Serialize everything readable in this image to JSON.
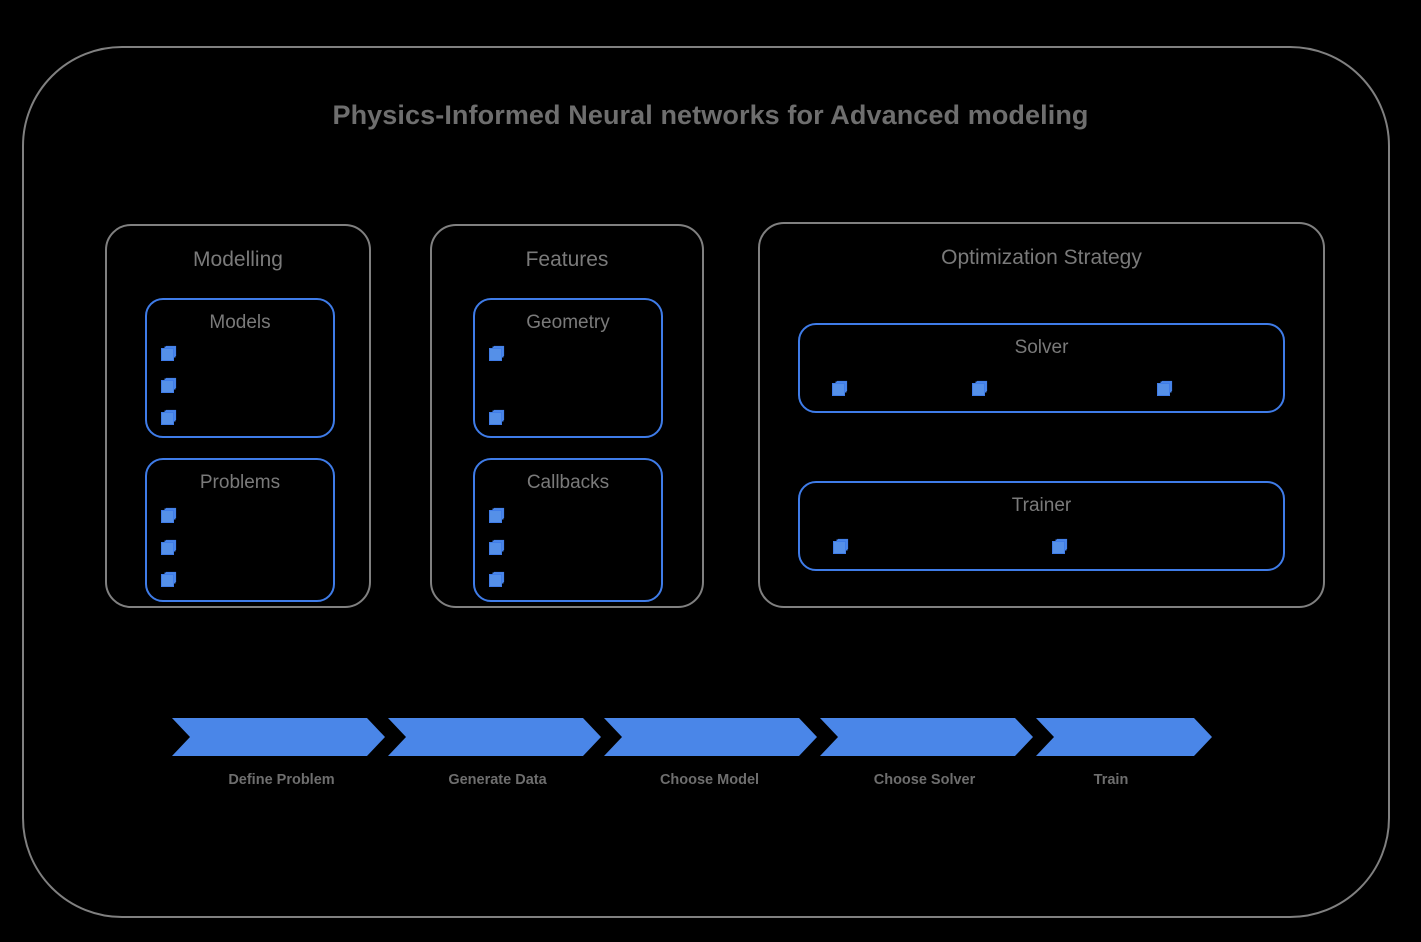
{
  "diagram": {
    "title": "Physics-Informed Neural networks for Advanced modeling",
    "background_color": "#000000",
    "frame_color": "#808080",
    "accent_color": "#4a86e8",
    "text_color": "#6e6e6e",
    "groups": [
      {
        "name": "modelling",
        "label": "Modelling",
        "boxes": [
          {
            "name": "models",
            "label": "Models",
            "bullet_count": 3,
            "bullet_layout": "vertical"
          },
          {
            "name": "problems",
            "label": "Problems",
            "bullet_count": 3,
            "bullet_layout": "vertical"
          }
        ]
      },
      {
        "name": "features",
        "label": "Features",
        "boxes": [
          {
            "name": "geometry",
            "label": "Geometry",
            "bullet_count": 2,
            "bullet_layout": "vertical-spread"
          },
          {
            "name": "callbacks",
            "label": "Callbacks",
            "bullet_count": 3,
            "bullet_layout": "vertical"
          }
        ]
      },
      {
        "name": "optimization-strategy",
        "label": "Optimization Strategy",
        "boxes": [
          {
            "name": "solver",
            "label": "Solver",
            "bullet_count": 3,
            "bullet_layout": "horizontal"
          },
          {
            "name": "trainer",
            "label": "Trainer",
            "bullet_count": 2,
            "bullet_layout": "horizontal"
          }
        ]
      }
    ],
    "flow": {
      "steps": [
        {
          "name": "define-problem",
          "label": "Define Problem"
        },
        {
          "name": "generate-data",
          "label": "Generate Data"
        },
        {
          "name": "choose-model",
          "label": "Choose Model"
        },
        {
          "name": "choose-solver",
          "label": "Choose Solver"
        },
        {
          "name": "train",
          "label": "Train"
        }
      ]
    }
  }
}
